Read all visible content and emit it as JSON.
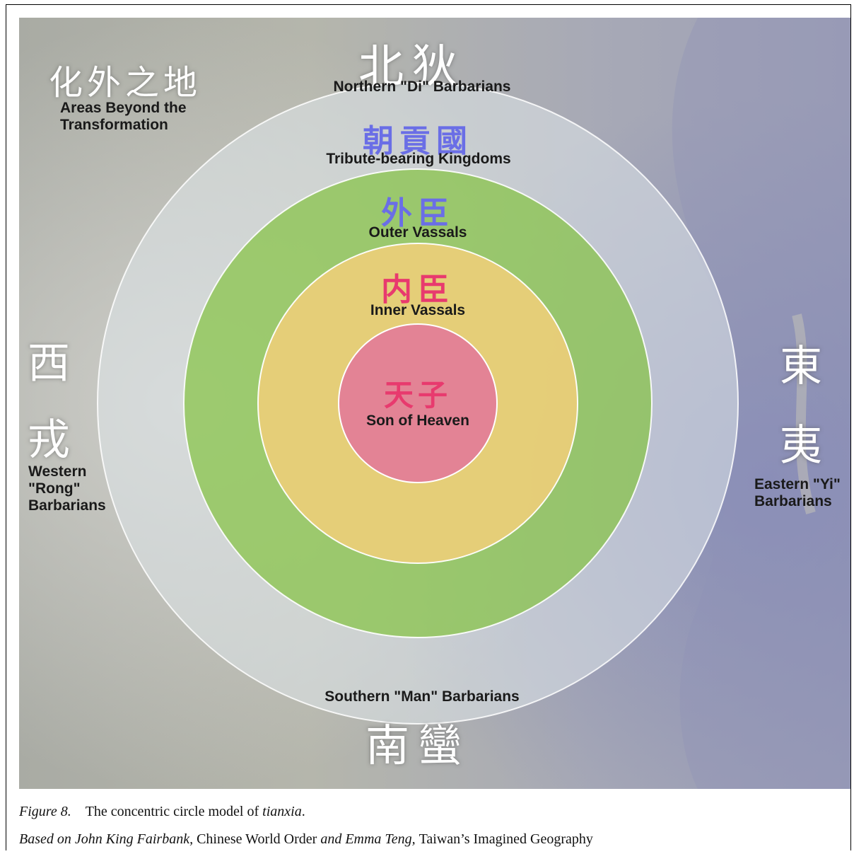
{
  "diagram": {
    "corner": {
      "han": "化外之地",
      "label": "Areas Beyond the Transformation"
    },
    "north": {
      "han": "北狄",
      "label": "Northern \"Di\" Barbarians"
    },
    "south": {
      "han": "南蠻",
      "label": "Southern \"Man\" Barbarians"
    },
    "west": {
      "han1": "西",
      "han2": "戎",
      "label": "Western \"Rong\" Barbarians"
    },
    "east": {
      "han1": "東",
      "han2": "夷",
      "label": "Eastern \"Yi\" Barbarians"
    },
    "rings": [
      {
        "han": "朝貢國",
        "label": "Tribute-bearing Kingdoms",
        "color": "#d7dfe4"
      },
      {
        "han": "外臣",
        "label": "Outer Vassals",
        "color": "#8ec84a"
      },
      {
        "han": "内臣",
        "label": "Inner Vassals",
        "color": "#efcf78"
      },
      {
        "han": "天子",
        "label": "Son of Heaven",
        "color": "#e27b98"
      }
    ],
    "colors": {
      "han_blue": "#6a6ee6",
      "han_red": "#e83a6e",
      "ring_stroke": "#ffffff"
    }
  },
  "caption": {
    "figure_number": "Figure 8.",
    "text_before": "The concentric circle model of ",
    "text_italic": "tianxia",
    "text_after": "."
  },
  "source": {
    "part1": "Based on John King Fairbank, ",
    "part2": "Chinese World Order",
    "part3": " and Emma Teng, ",
    "part4": "Taiwan’s Imagined Geography"
  }
}
